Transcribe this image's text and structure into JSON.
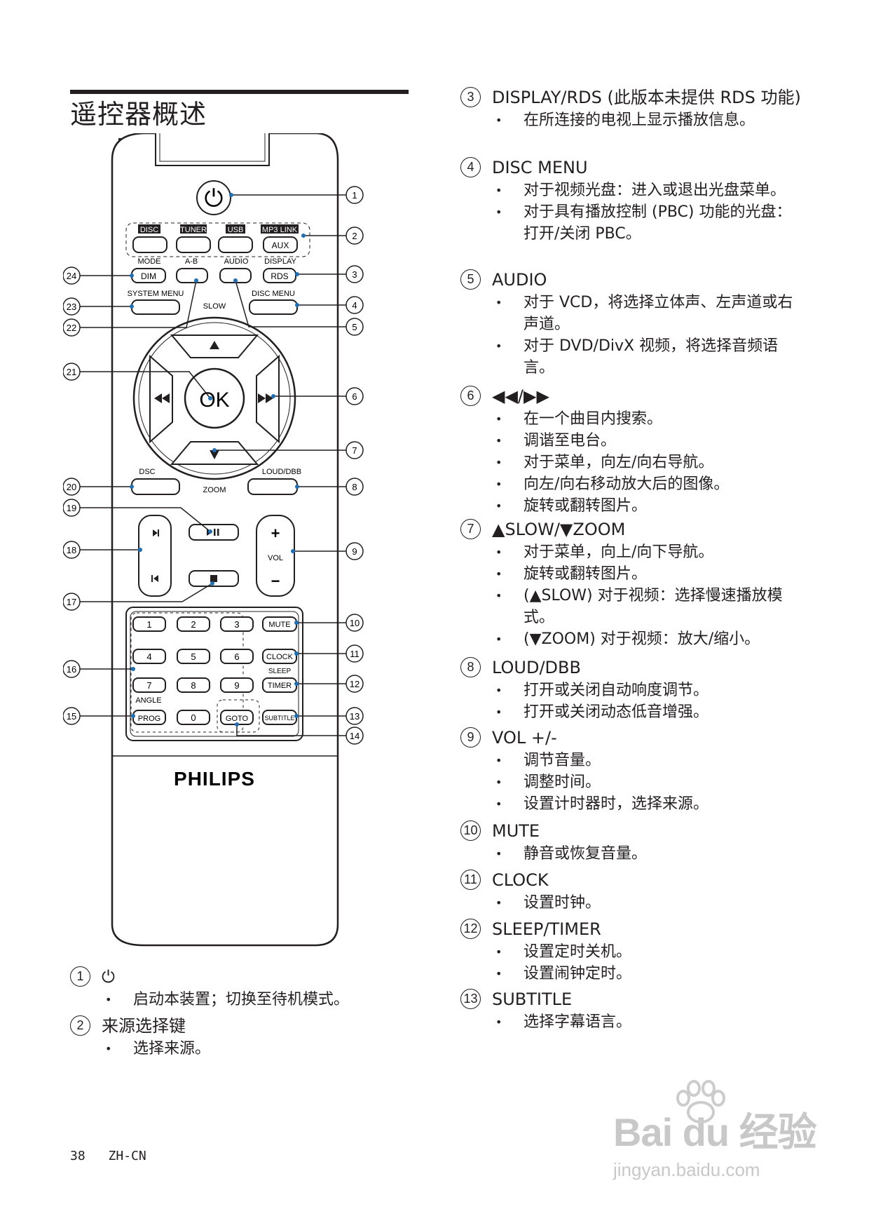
{
  "page_title": "遥控器概述",
  "remote": {
    "power_symbol": "⏻",
    "source_keys": [
      "DISC",
      "TUNER",
      "USB",
      "MP3 LINK"
    ],
    "aux_label": "AUX",
    "labels": {
      "mode": "MODE",
      "ab": "A-B",
      "audio": "AUDIO",
      "display": "DISPLAY",
      "dim": "DIM",
      "rds": "RDS",
      "system_menu": "SYSTEM MENU",
      "disc_menu": "DISC MENU",
      "slow": "SLOW",
      "ok": "OK",
      "zoom": "ZOOM",
      "dsc": "DSC",
      "loud_dbb": "LOUD/DBB",
      "vol": "VOL",
      "vol_plus": "+",
      "vol_minus": "−",
      "mute": "MUTE",
      "clock": "CLOCK",
      "sleep": "SLEEP",
      "timer": "TIMER",
      "angle": "ANGLE",
      "prog": "PROG",
      "goto": "GOTO",
      "subtitle": "SUBTITLE",
      "brand": "PHILIPS"
    },
    "digits": [
      "1",
      "2",
      "3",
      "4",
      "5",
      "6",
      "7",
      "8",
      "9",
      "0"
    ],
    "callouts": [
      "1",
      "2",
      "3",
      "4",
      "5",
      "6",
      "7",
      "8",
      "9",
      "10",
      "11",
      "12",
      "13",
      "14",
      "15",
      "16",
      "17",
      "18",
      "19",
      "20",
      "21",
      "22",
      "23",
      "24"
    ]
  },
  "left_sections": [
    {
      "num": "1",
      "title": "⏻",
      "items": [
        "启动本装置；切换至待机模式。"
      ]
    },
    {
      "num": "2",
      "title": "来源选择键",
      "items": [
        "选择来源。"
      ]
    }
  ],
  "right_sections": [
    {
      "num": "3",
      "title": "DISPLAY/RDS (此版本未提供 RDS 功能)",
      "items": [
        "在所连接的电视上显示播放信息。"
      ]
    },
    {
      "num": "4",
      "title": "DISC MENU",
      "items": [
        "对于视频光盘：进入或退出光盘菜单。",
        "对于具有播放控制 (PBC) 功能的光盘：打开/关闭 PBC。"
      ]
    },
    {
      "num": "5",
      "title": "AUDIO",
      "items": [
        "对于 VCD，将选择立体声、左声道或右声道。",
        "对于 DVD/DivX 视频，将选择音频语言。"
      ]
    },
    {
      "num": "6",
      "title": "◀◀/▶▶",
      "items": [
        "在一个曲目内搜索。",
        "调谐至电台。",
        "对于菜单，向左/向右导航。",
        "向左/向右移动放大后的图像。",
        "旋转或翻转图片。"
      ]
    },
    {
      "num": "7",
      "title": "▲SLOW/▼ZOOM",
      "items": [
        "对于菜单，向上/向下导航。",
        "旋转或翻转图片。",
        "(▲SLOW) 对于视频：选择慢速播放模式。",
        "(▼ZOOM) 对于视频：放大/缩小。"
      ]
    },
    {
      "num": "8",
      "title": "LOUD/DBB",
      "items": [
        "打开或关闭自动响度调节。",
        "打开或关闭动态低音增强。"
      ]
    },
    {
      "num": "9",
      "title": "VOL +/-",
      "items": [
        "调节音量。",
        "调整时间。",
        "设置计时器时，选择来源。"
      ]
    },
    {
      "num": "10",
      "title": "MUTE",
      "items": [
        "静音或恢复音量。"
      ]
    },
    {
      "num": "11",
      "title": "CLOCK",
      "items": [
        "设置时钟。"
      ]
    },
    {
      "num": "12",
      "title": "SLEEP/TIMER",
      "items": [
        "设置定时关机。",
        "设置闹钟定时。"
      ]
    },
    {
      "num": "13",
      "title": "SUBTITLE",
      "items": [
        "选择字幕语言。"
      ]
    }
  ],
  "footer": {
    "page_number": "38",
    "lang": "ZH-CN"
  },
  "watermark": {
    "logo": "Bai du 经验",
    "url": "jingyan.baidu.com"
  }
}
